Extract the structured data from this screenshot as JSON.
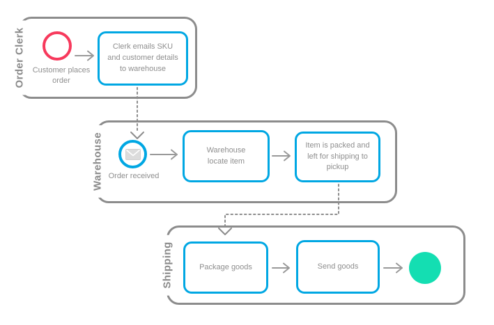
{
  "diagram": {
    "type": "bpmn-swimlane-flowchart",
    "lanes": [
      {
        "label": "Order Clerk"
      },
      {
        "label": "Warehouse"
      },
      {
        "label": "Shipping"
      }
    ],
    "nodes": {
      "start_event_label": "Customer places order",
      "task_clerk_emails": "Clerk emails SKU and customer details to warehouse",
      "message_event_label": "Order received",
      "message_event_icon": "envelope-icon",
      "task_locate_item": "Warehouse locate item",
      "task_item_packed": "Item is packed and left for shipping to pickup",
      "task_package_goods": "Package goods",
      "task_send_goods": "Send goods",
      "end_event": "end-event-filled-circle"
    },
    "flows": [
      {
        "from": "start-event",
        "to": "task-clerk-emails",
        "style": "solid-arrow"
      },
      {
        "from": "task-clerk-emails",
        "to": "message-event",
        "style": "dotted-arrow"
      },
      {
        "from": "message-event",
        "to": "task-locate-item",
        "style": "solid-arrow"
      },
      {
        "from": "task-locate-item",
        "to": "task-item-packed",
        "style": "solid-arrow"
      },
      {
        "from": "task-item-packed",
        "to": "task-package-goods",
        "style": "dotted-arrow"
      },
      {
        "from": "task-package-goods",
        "to": "task-send-goods",
        "style": "solid-arrow"
      },
      {
        "from": "task-send-goods",
        "to": "end-event",
        "style": "solid-arrow"
      }
    ],
    "colors": {
      "lane_border": "#8C8C8C",
      "task_border": "#00A7E3",
      "start_event": "#F7395C",
      "end_event": "#14DEB2",
      "arrow": "#999999",
      "dotted_connector": "#8C8C8C",
      "text": "#8E8E8E",
      "lane_label_text": "#8A8A8A",
      "envelope_fill": "#DCDCDC"
    }
  }
}
